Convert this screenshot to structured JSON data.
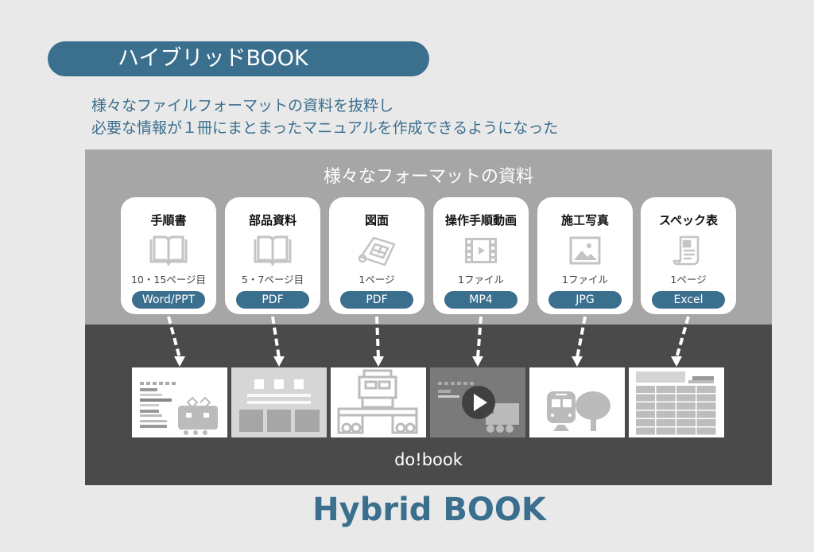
{
  "title_pill": "ハイブリッドBOOK",
  "subtitle": [
    "様々なファイルフォーマットの資料を抜粋し",
    "必要な情報が１冊にまとまったマニュアルを作成できるようになった"
  ],
  "sources_heading": "様々なフォーマットの資料",
  "cards": [
    {
      "title": "手順書",
      "icon": "book-icon",
      "count": "10・15ページ目",
      "format": "Word/PPT"
    },
    {
      "title": "部品資料",
      "icon": "book-icon",
      "count": "5・7ページ目",
      "format": "PDF"
    },
    {
      "title": "図面",
      "icon": "blueprint-icon",
      "count": "1ページ",
      "format": "PDF"
    },
    {
      "title": "操作手順動画",
      "icon": "video-icon",
      "count": "1ファイル",
      "format": "MP4"
    },
    {
      "title": "施工写真",
      "icon": "image-icon",
      "count": "1ファイル",
      "format": "JPG"
    },
    {
      "title": "スペック表",
      "icon": "scroll-document-icon",
      "count": "1ページ",
      "format": "Excel"
    }
  ],
  "output_label": "do!book",
  "footer_title": "Hybrid BOOK",
  "colors": {
    "accent": "#3b6f8e",
    "source_panel": "#a6a6a6",
    "output_panel": "#4a4a4a"
  }
}
